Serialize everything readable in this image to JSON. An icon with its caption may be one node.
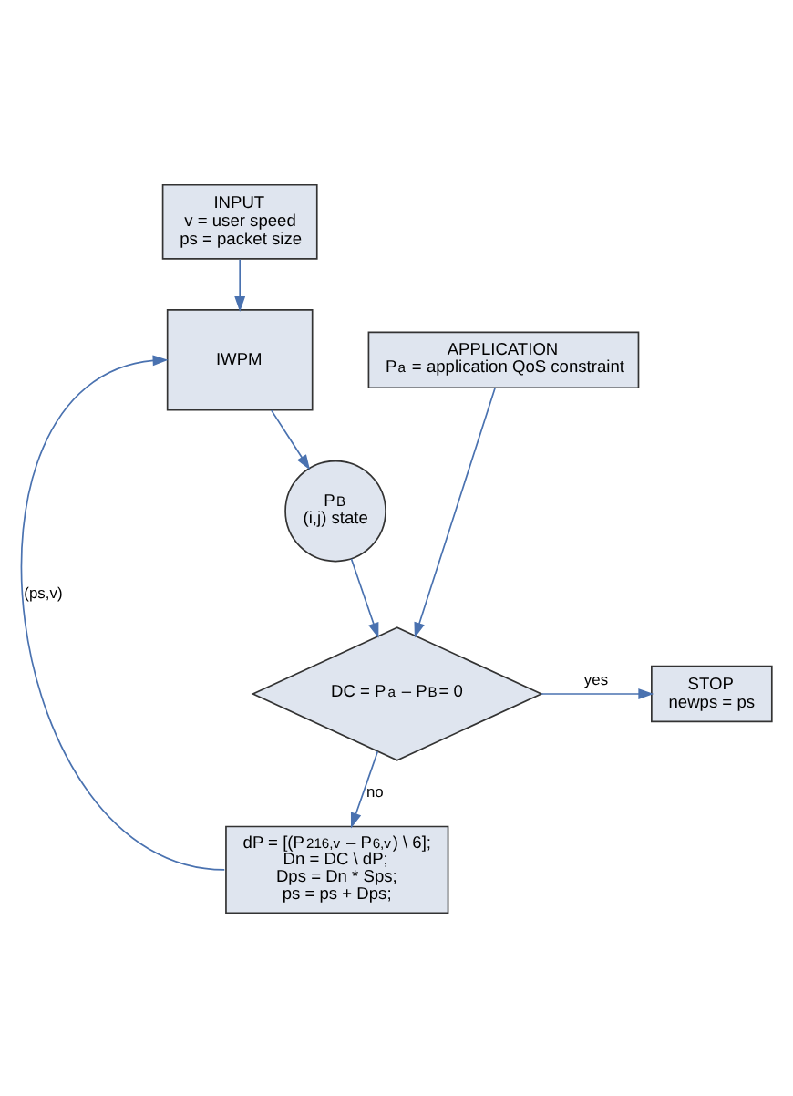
{
  "diagram": {
    "nodes": [
      {
        "text": [
          "INPUT",
          "v = user speed",
          "ps = packet size"
        ]
      },
      {
        "text": [
          "IWPM"
        ]
      },
      {
        "text": [
          "APPLICATION",
          "P$_{a}$ = application QoS constraint"
        ]
      },
      {
        "text": [
          "P$_{B}$",
          "(i,j) state"
        ]
      },
      {
        "text": [
          "DC = P$_{a}$ – P$_{B}$= 0"
        ]
      },
      {
        "text": [
          "STOP",
          "newps = ps"
        ]
      },
      {
        "text": [
          "dP = [(P$_{216,v}$ – P$_{6,v}$) \\ 6];",
          "Dn = DC \\ dP;",
          "Dps = Dn * Sps;",
          "ps = ps + Dps;"
        ]
      }
    ],
    "edges": [
      {
        "from": 0,
        "to": 1,
        "arrow": "to"
      },
      {
        "from": 1,
        "to": 3,
        "arrow": "to"
      },
      {
        "from": 3,
        "to": 4,
        "arrow": "to"
      },
      {
        "from": 2,
        "to": 4,
        "arrow": "to"
      },
      {
        "from": 4,
        "to": 5,
        "arrow": "to",
        "label": "yes"
      },
      {
        "from": 4,
        "to": 6,
        "arrow": "to",
        "label": "no"
      },
      {
        "from": 6,
        "to": 1,
        "arrow": "to",
        "label": "(ps,v)"
      }
    ]
  }
}
